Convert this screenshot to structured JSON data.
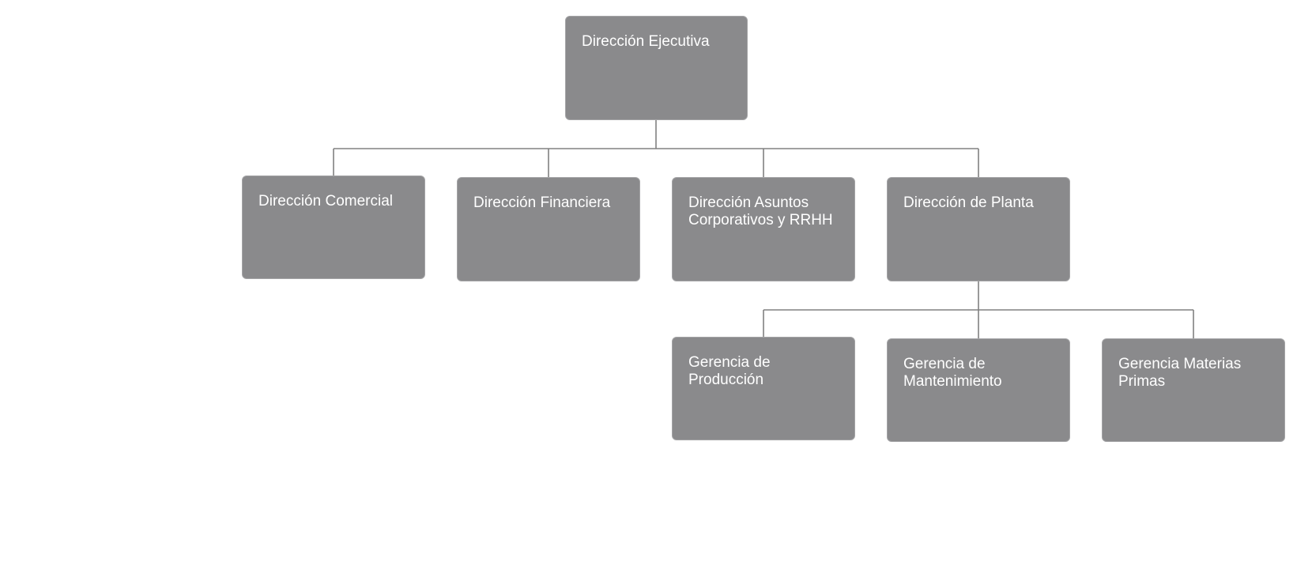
{
  "org_chart": {
    "executive": {
      "label": "Dirección Ejecutiva"
    },
    "directors": [
      {
        "label": "Dirección Comercial"
      },
      {
        "label": "Dirección Financiera"
      },
      {
        "label": "Dirección Asuntos Corporativos y RRHH"
      },
      {
        "label": "Dirección de Planta"
      }
    ],
    "plant_managers": [
      {
        "label": "Gerencia de Producción"
      },
      {
        "label": "Gerencia de Mantenimiento"
      },
      {
        "label": "Gerencia Materias Primas"
      }
    ]
  },
  "colors": {
    "box_fill": "#8a8a8c",
    "box_text": "#ffffff",
    "connector": "#808080"
  }
}
